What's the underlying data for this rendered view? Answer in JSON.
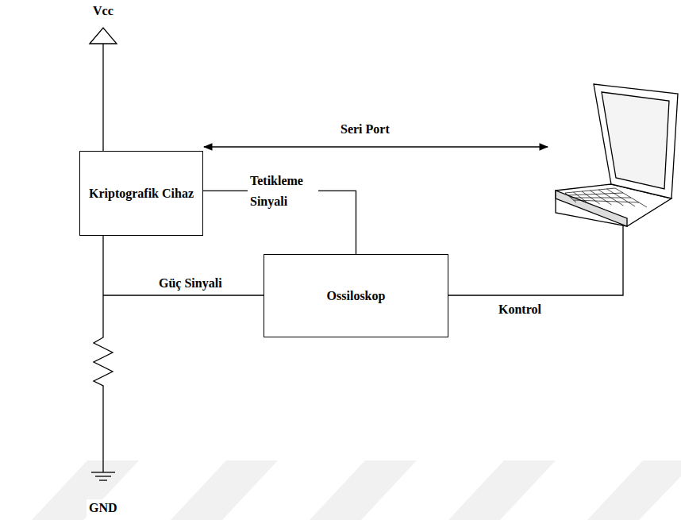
{
  "diagram": {
    "nodes": [
      {
        "text": [
          "Kriptografik Cihaz"
        ]
      },
      {
        "text": [
          "Ossiloskop"
        ]
      }
    ],
    "edges": [
      {
        "from": 0,
        "to": 1,
        "arrow": "none",
        "label": "Tetikleme Sinyali"
      }
    ],
    "labels": [
      "Vcc",
      "Seri Port",
      "Güç Sinyali",
      "Kontrol",
      "GND"
    ]
  }
}
